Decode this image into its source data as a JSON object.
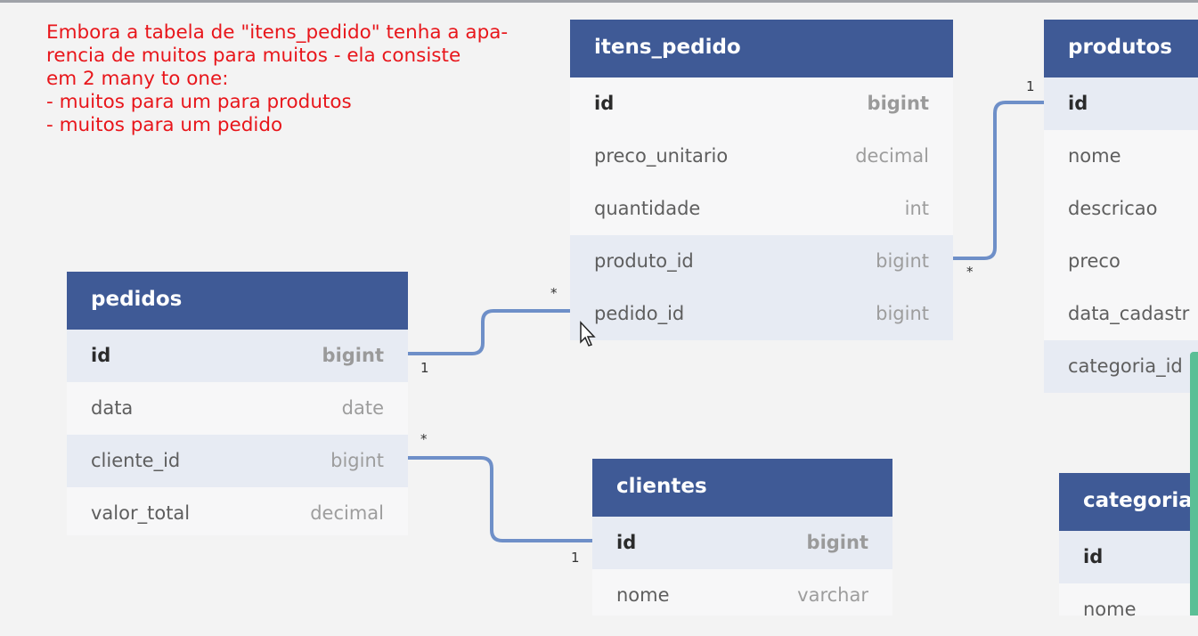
{
  "note": {
    "lines": [
      "Embora a tabela de \"itens_pedido\" tenha a apa-",
      "rencia de muitos para muitos - ela consiste",
      "em 2 many to one:",
      "- muitos para um para produtos",
      "- muitos para um pedido"
    ]
  },
  "tables": {
    "itens_pedido": {
      "title": "itens_pedido",
      "rows": [
        {
          "name": "id",
          "type": "bigint"
        },
        {
          "name": "preco_unitario",
          "type": "decimal"
        },
        {
          "name": "quantidade",
          "type": "int"
        },
        {
          "name": "produto_id",
          "type": "bigint"
        },
        {
          "name": "pedido_id",
          "type": "bigint"
        }
      ]
    },
    "produtos": {
      "title": "produtos",
      "rows": [
        {
          "name": "id"
        },
        {
          "name": "nome"
        },
        {
          "name": "descricao"
        },
        {
          "name": "preco"
        },
        {
          "name": "data_cadastr"
        },
        {
          "name": "categoria_id"
        }
      ]
    },
    "pedidos": {
      "title": "pedidos",
      "rows": [
        {
          "name": "id",
          "type": "bigint"
        },
        {
          "name": "data",
          "type": "date"
        },
        {
          "name": "cliente_id",
          "type": "bigint"
        },
        {
          "name": "valor_total",
          "type": "decimal"
        }
      ]
    },
    "clientes": {
      "title": "clientes",
      "rows": [
        {
          "name": "id",
          "type": "bigint"
        },
        {
          "name": "nome",
          "type": "varchar"
        }
      ]
    },
    "categoria": {
      "title": "categoria",
      "rows": [
        {
          "name": "id"
        },
        {
          "name": "nome"
        }
      ]
    }
  },
  "cardinality": {
    "produto_many": "*",
    "produto_one": "1",
    "pedido_many": "*",
    "pedido_one": "1",
    "cliente_many": "*",
    "cliente_one": "1"
  },
  "colors": {
    "header": "#3f5a96",
    "link": "#6e8fc8",
    "note": "#e8161b",
    "accent": "#5bbf96"
  }
}
